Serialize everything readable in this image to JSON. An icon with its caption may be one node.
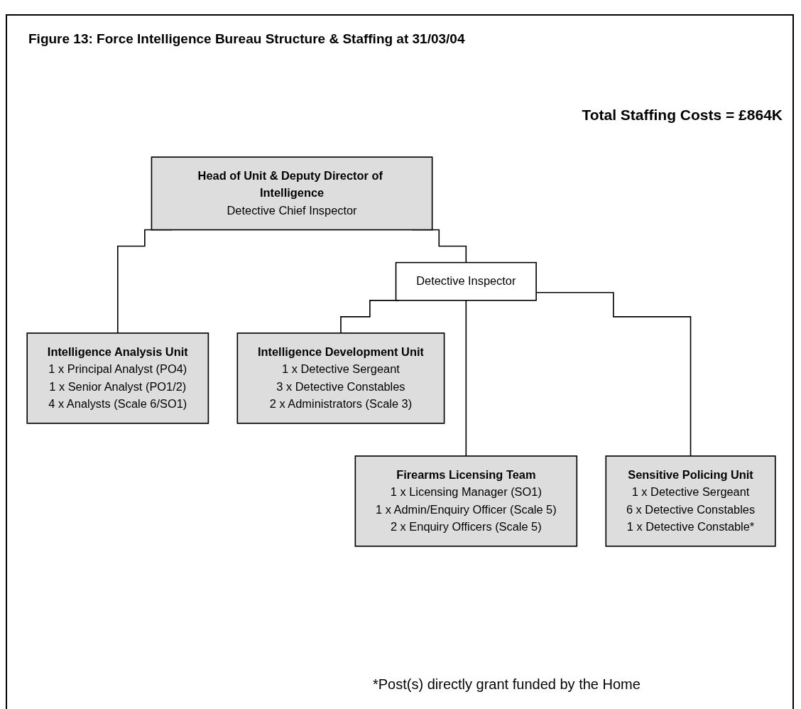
{
  "diagram": {
    "title": "Figure 13: Force Intelligence Bureau Structure & Staffing at 31/03/04",
    "nodes": [
      {
        "text": [
          "Head of Unit & Deputy Director of Intelligence",
          "Detective Chief Inspector"
        ]
      },
      {
        "text": [
          "Detective Inspector"
        ]
      },
      {
        "text": [
          "Intelligence Analysis Unit",
          "1 x Principal Analyst (PO4)",
          "1 x Senior Analyst (PO1/2)",
          "4 x Analysts (Scale 6/SO1)"
        ]
      },
      {
        "text": [
          "Intelligence Development Unit",
          "1 x Detective Sergeant",
          "3 x Detective Constables",
          "2 x Administrators (Scale 3)"
        ]
      },
      {
        "text": [
          "Firearms Licensing Team",
          "1 x Licensing Manager (SO1)",
          "1 x Admin/Enquiry Officer (Scale 5)",
          "2 x Enquiry Officers (Scale 5)"
        ]
      },
      {
        "text": [
          "Sensitive Policing Unit",
          "1 x Detective Sergeant",
          "6 x Detective Constables",
          "1 x Detective Constable*"
        ]
      }
    ],
    "edges": [
      {
        "from": 0,
        "to": 2,
        "arrow": "none"
      },
      {
        "from": 0,
        "to": 1,
        "arrow": "none"
      },
      {
        "from": 1,
        "to": 3,
        "arrow": "none"
      },
      {
        "from": 1,
        "to": 4,
        "arrow": "none"
      },
      {
        "from": 1,
        "to": 5,
        "arrow": "none"
      }
    ],
    "labels": [
      "Total Staffing Costs = £864K",
      "*Post(s) directly grant funded by the Home"
    ]
  }
}
